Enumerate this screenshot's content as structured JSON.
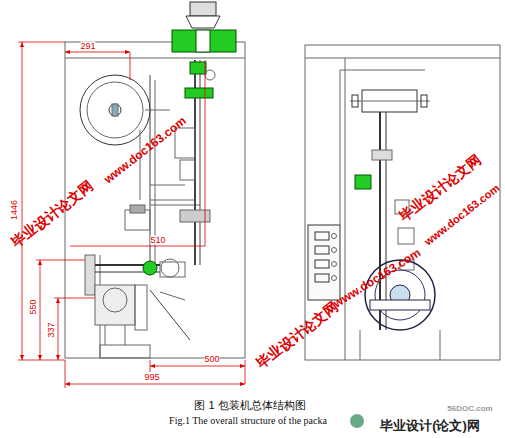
{
  "diagram": {
    "caption": "图 1 包装机总体结构图",
    "labels": [
      "291",
      "1446",
      "510",
      "550",
      "337",
      "500",
      "995",
      "Fig.1 The overall structure of the packa",
      "毕业设计论文网",
      "www.doc163.com",
      "毕业设计论文网",
      "www.doc163.com",
      "毕业设计论文网",
      "www.doc163.com",
      "56DOC.com",
      "毕业设计(论文)网"
    ]
  }
}
